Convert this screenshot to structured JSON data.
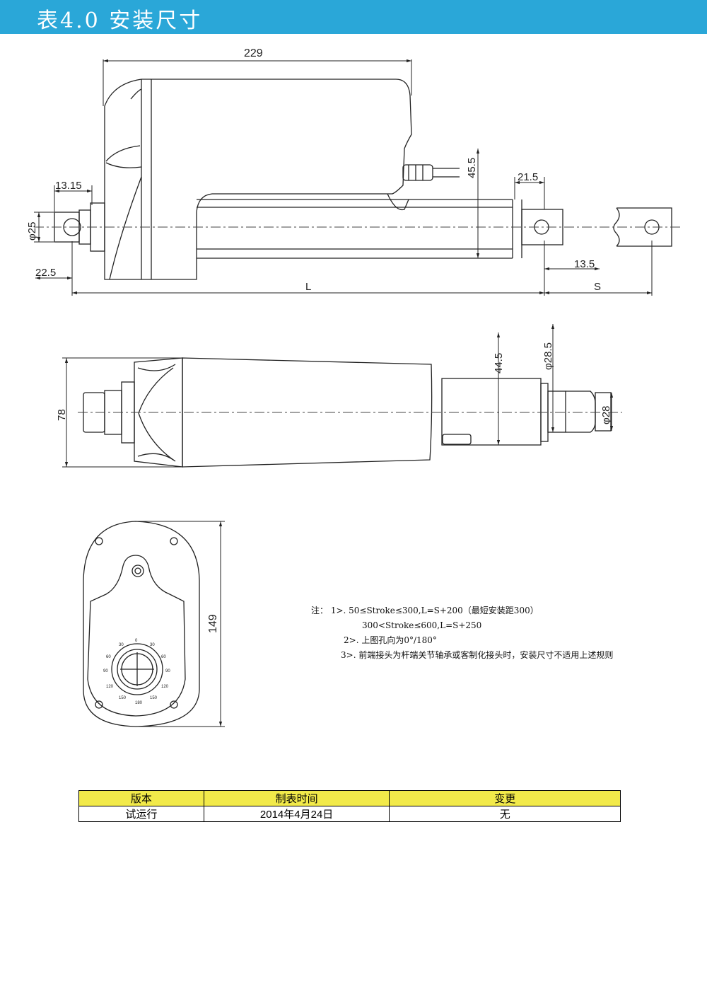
{
  "header": {
    "title": "表4.0  安装尺寸",
    "color": "#2aa7d8"
  },
  "side_view": {
    "dims": {
      "total_length": "229",
      "eye_offset": "13.15",
      "eye_dia": "φ25",
      "height": "45.5",
      "rod_end": "21.5",
      "rear_to_center": "22.5",
      "front_to_center": "13.5",
      "L": "L",
      "S": "S"
    }
  },
  "top_view": {
    "dims": {
      "width": "78",
      "tube_height": "44.5",
      "tube_dia": "φ28.5",
      "rod_dia": "φ28"
    }
  },
  "end_view": {
    "dims": {
      "height": "149"
    },
    "dial_labels": [
      "0",
      "30",
      "60",
      "90",
      "120",
      "150",
      "180",
      "150",
      "120",
      "90",
      "60",
      "30"
    ]
  },
  "notes": [
    "注：  1>. 50≤Stroke≤300,L=S+200（最短安装距300）",
    "300<Stroke≤600,L=S+250",
    "2>. 上图孔向为0°/180°",
    "3>. 前端接头为杆端关节轴承或客制化接头时，安装尺寸不适用上述规则"
  ],
  "revision_table": {
    "accent": "#f2ea4a",
    "headers": [
      "版本",
      "制表时间",
      "变更"
    ],
    "row": [
      "试运行",
      "2014年4月24日",
      "无"
    ]
  }
}
